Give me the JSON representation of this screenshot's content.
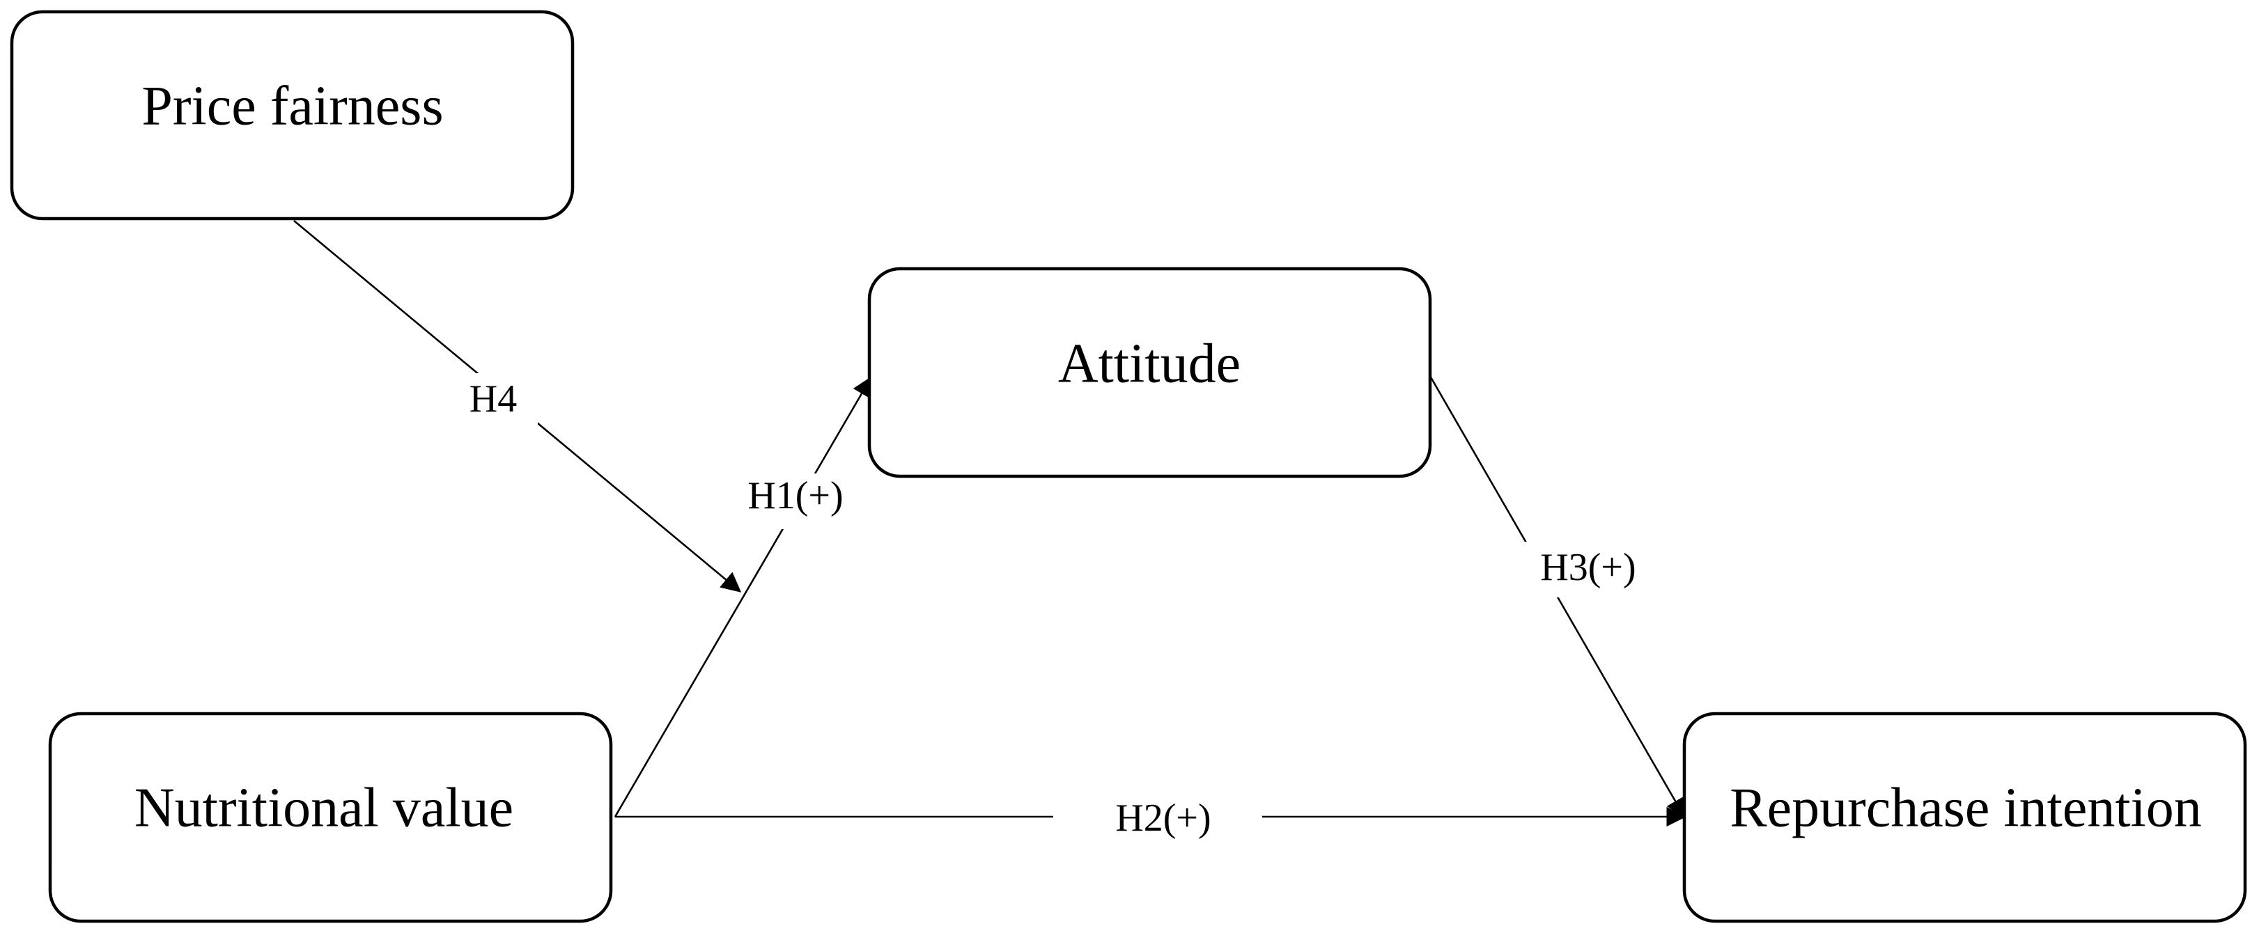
{
  "nodes": {
    "price_fairness": "Price fairness",
    "attitude": "Attitude",
    "nutritional_value": "Nutritional value",
    "repurchase_intention": "Repurchase intention"
  },
  "edges": {
    "h1": "H1(+)",
    "h2": "H2(+)",
    "h3": "H3(+)",
    "h4": "H4"
  }
}
